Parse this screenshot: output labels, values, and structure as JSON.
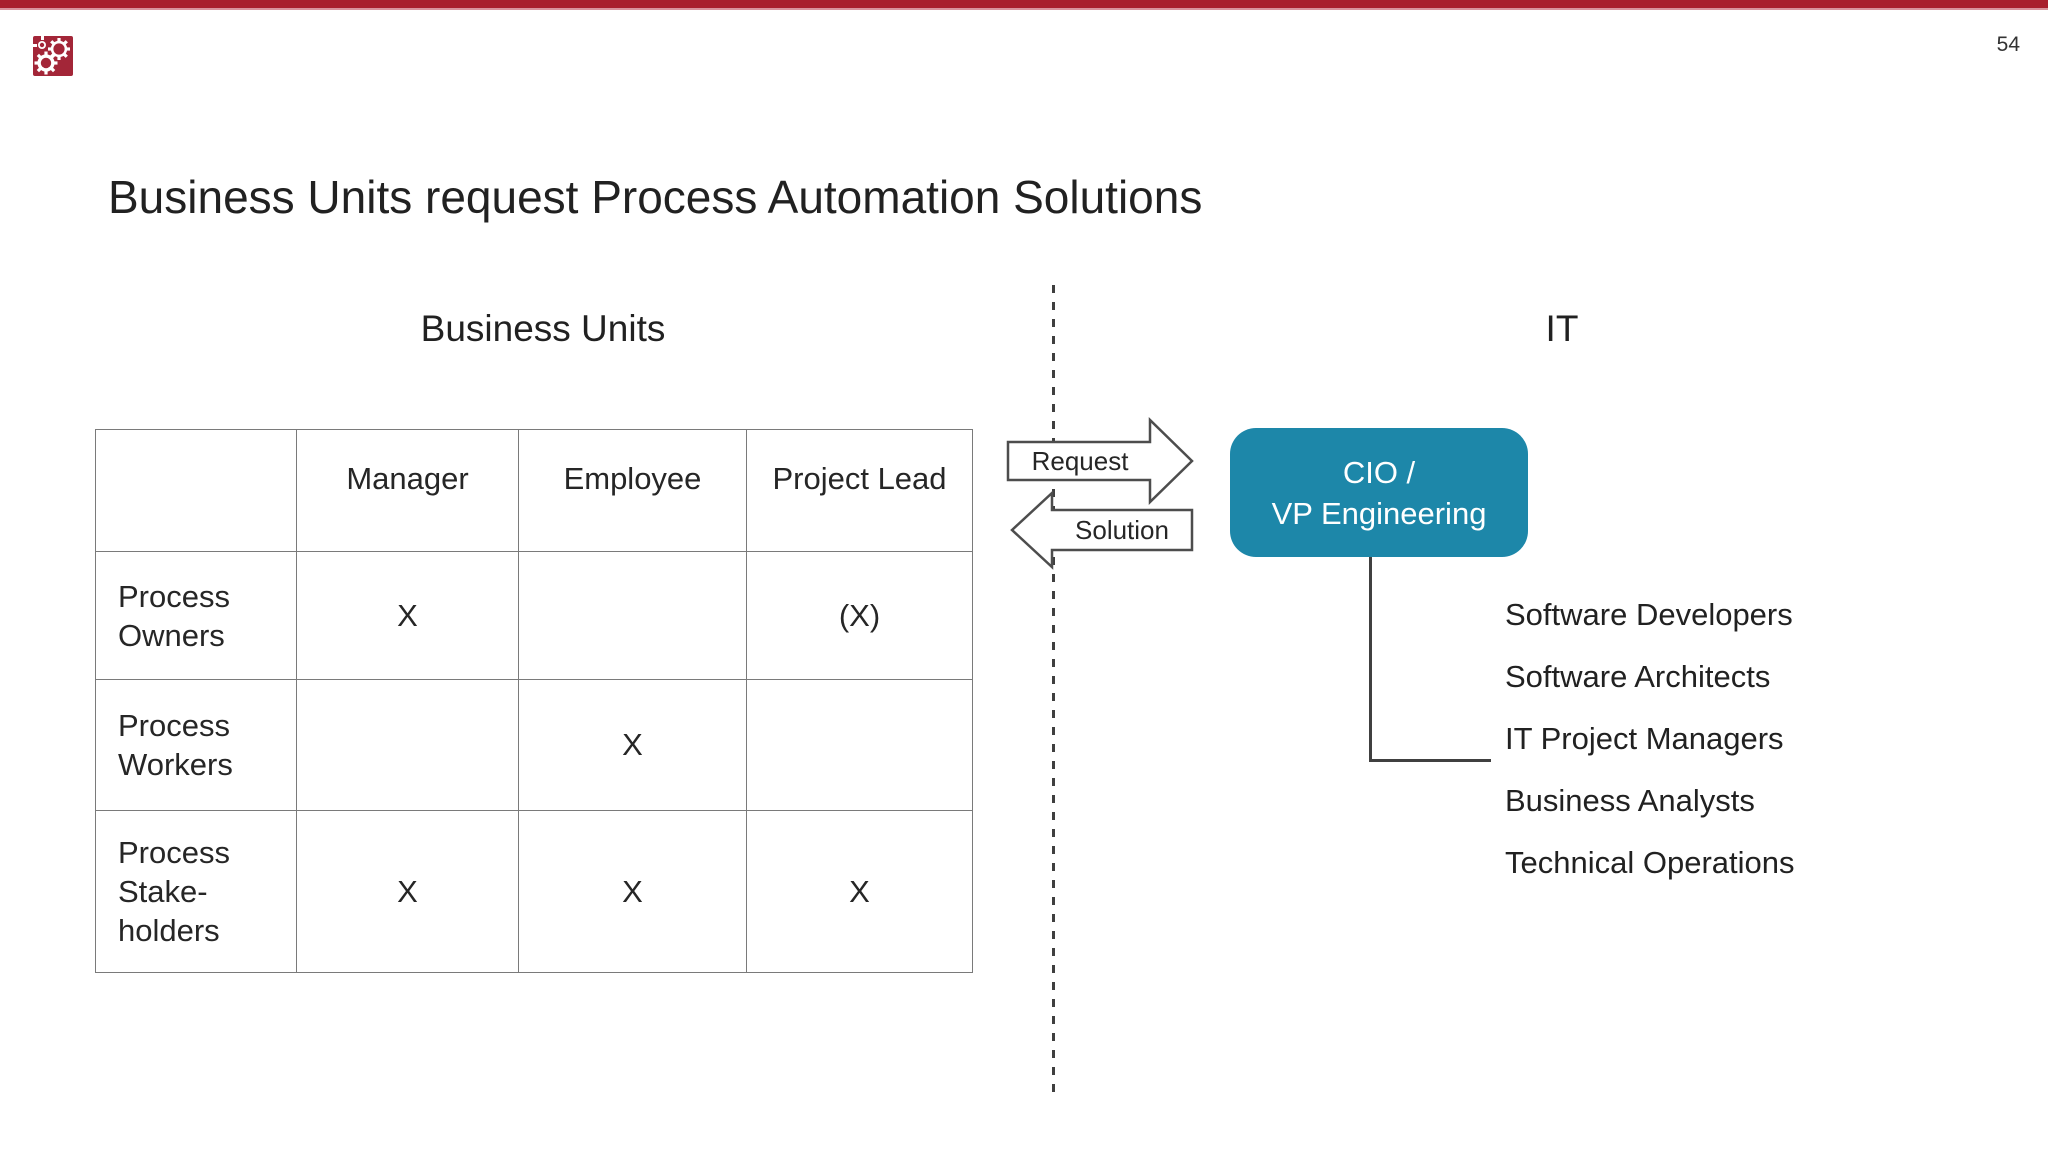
{
  "page": {
    "number": "54"
  },
  "title": "Business Units request Process Automation Solutions",
  "sections": {
    "left_label": "Business Units",
    "right_label": "IT"
  },
  "table": {
    "headers": [
      "",
      "Manager",
      "Employee",
      "Project Lead"
    ],
    "rows": [
      {
        "label": "Process\nOwners",
        "cells": [
          "X",
          "",
          "(X)"
        ]
      },
      {
        "label": "Process\nWorkers",
        "cells": [
          "",
          "X",
          ""
        ]
      },
      {
        "label": "Process\nStake-\nholders",
        "cells": [
          "X",
          "X",
          "X"
        ]
      }
    ]
  },
  "flow": {
    "request_label": "Request",
    "solution_label": "Solution"
  },
  "it_box": {
    "line1": "CIO /",
    "line2": "VP Engineering"
  },
  "it_roles": [
    "Software Developers",
    "Software Architects",
    "IT Project Managers",
    "Business Analysts",
    "Technical Operations"
  ],
  "colors": {
    "accent_red": "#a81e2d",
    "accent_red_light": "#d8929c",
    "teal_box": "#1d87a9",
    "line_gray": "#404040",
    "table_border": "#7a7a7a",
    "text": "#262626"
  },
  "icons": {
    "logo": "gears-puzzle-logo"
  }
}
